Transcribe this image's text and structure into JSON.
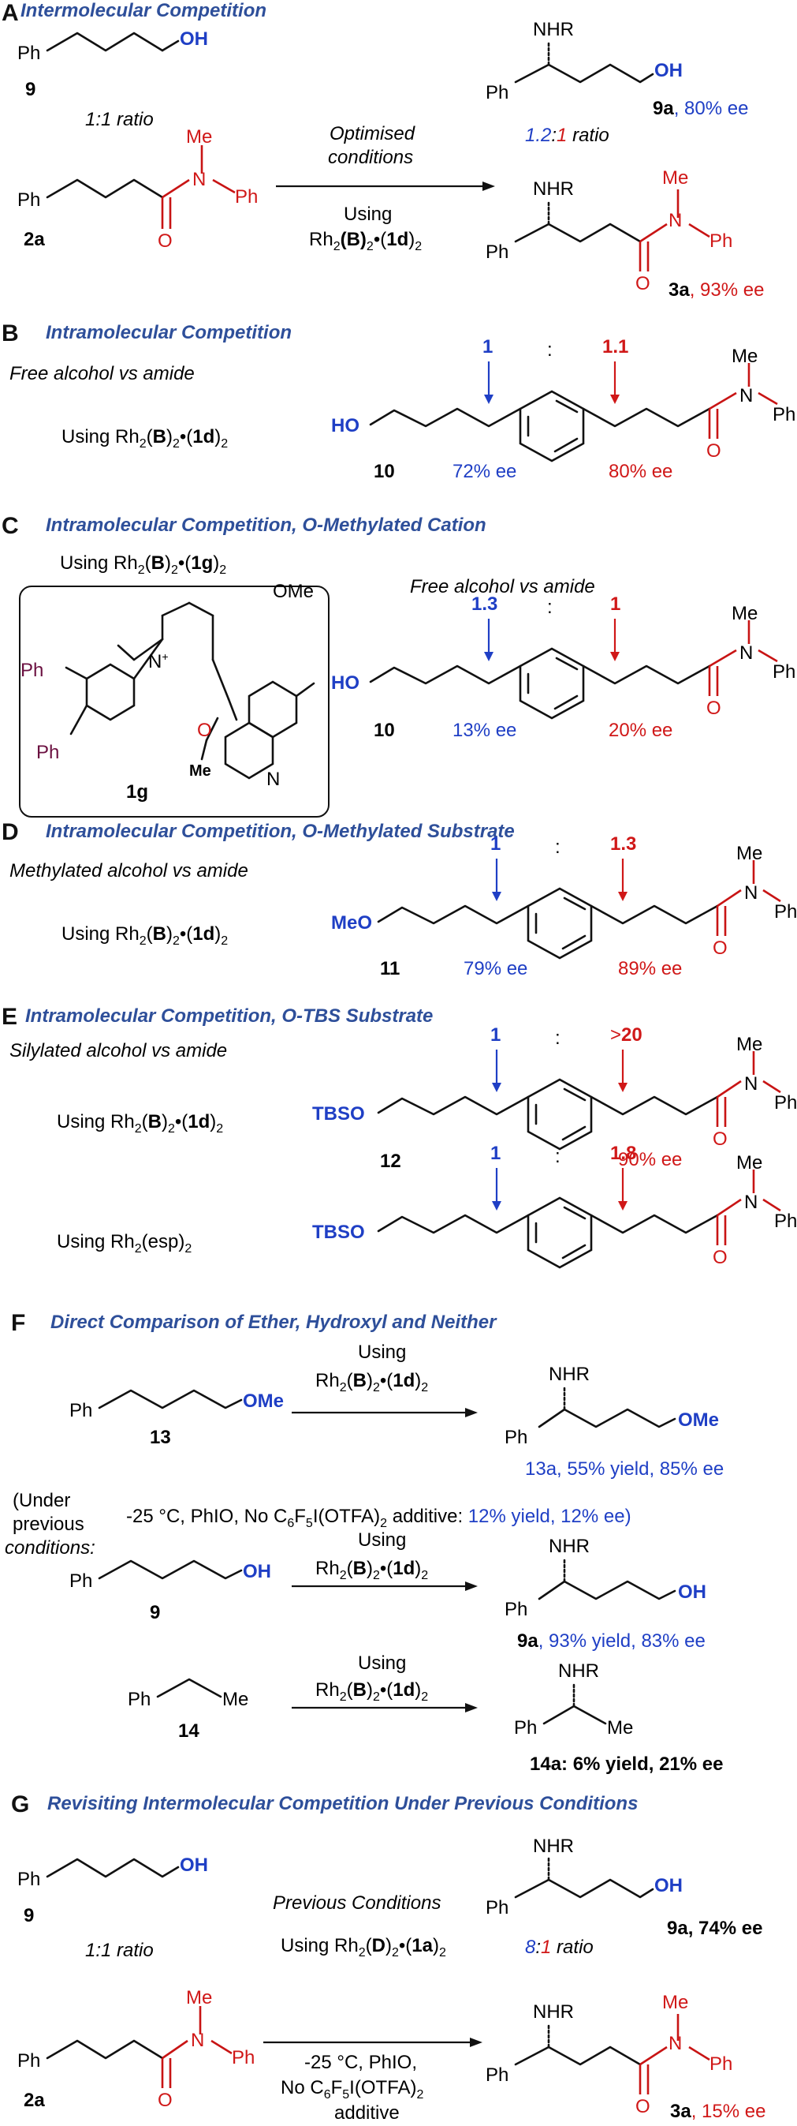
{
  "colors": {
    "title": "#2e4f9a",
    "blue": "#1f3fc5",
    "red": "#d01818"
  },
  "A": {
    "letter": "A",
    "title": "Intermolecular Competition",
    "ph1": "Ph",
    "oh": "OH",
    "num9": "9",
    "ratio_left": "1:1 ratio",
    "cond1": "Optimised",
    "cond2": "conditions",
    "using": "Using",
    "rh": "Rh",
    "rh_sub": "2",
    "rh_b": "(B)",
    "rh_b_sub": "2",
    "rh_dot": "•(",
    "rh_cat": "1d",
    "rh_close": ")",
    "rh_close_sub": "2",
    "ph2": "Ph",
    "me": "Me",
    "n": "N",
    "ph_n": "Ph",
    "o": "O",
    "num2a": "2a",
    "nhr1": "NHR",
    "ph3": "Ph",
    "oh2": "OH",
    "p9a": "9a",
    "p9a_ee": ", 80% ee",
    "ratio_right_a": "1.2",
    "ratio_right_sep": ":",
    "ratio_right_b": "1",
    "ratio_right_word": " ratio",
    "nhr2": "NHR",
    "ph4": "Ph",
    "me2": "Me",
    "n2": "N",
    "ph_n2": "Ph",
    "o2": "O",
    "p3a": "3a",
    "p3a_ee": ", 93% ee"
  },
  "B": {
    "letter": "B",
    "title": "Intramolecular Competition",
    "sub": "Free alcohol vs amide",
    "using": "Using Rh",
    "ho": "HO",
    "num": "10",
    "ee_left": "72% ee",
    "ee_right": "80% ee",
    "r_left": "1",
    "r_sep": ":",
    "r_right": "1.1",
    "me": "Me",
    "n": "N",
    "ph": "Ph",
    "o": "O"
  },
  "C": {
    "letter": "C",
    "title": "Intramolecular Competition, O-Methylated Cation",
    "using": "Using Rh",
    "sub": "Free alcohol vs amide",
    "ome": "OMe",
    "ph_a": "Ph",
    "ph_b": "Ph",
    "o": "O",
    "me": "Me",
    "n_plus": "N",
    "plus": "+",
    "n_q": "N",
    "cat": "1g",
    "ho": "HO",
    "num": "10",
    "ee_left": "13% ee",
    "ee_right": "20% ee",
    "r_left": "1.3",
    "r_sep": ":",
    "r_right": "1",
    "me2": "Me",
    "n2": "N",
    "ph2": "Ph",
    "o2": "O"
  },
  "D": {
    "letter": "D",
    "title": "Intramolecular Competition, O-Methylated Substrate",
    "sub": "Methylated alcohol vs amide",
    "using": "Using Rh",
    "meo": "MeO",
    "num": "11",
    "ee_left": "79% ee",
    "ee_right": "89% ee",
    "r_left": "1",
    "r_sep": ":",
    "r_right": "1.3",
    "me": "Me",
    "n": "N",
    "ph": "Ph",
    "o": "O"
  },
  "E": {
    "letter": "E",
    "title": "Intramolecular Competition, O-TBS Substrate",
    "sub": "Silylated alcohol vs amide",
    "using1": "Using Rh",
    "using2": "Using Rh",
    "esp": "(esp)",
    "tbso": "TBSO",
    "num": "12",
    "ee_right": "90% ee",
    "r1_left": "1",
    "r1_sep": ":",
    "r1_right_pre": ">",
    "r1_right": "20",
    "r2_left": "1",
    "r2_sep": ":",
    "r2_right": "1.8",
    "me": "Me",
    "n": "N",
    "ph": "Ph",
    "o": "O"
  },
  "F": {
    "letter": "F",
    "title": "Direct Comparison of Ether, Hydroxyl and Neither",
    "ph": "Ph",
    "ome": "OMe",
    "num13": "13",
    "using": "Using",
    "rh": "Rh",
    "nhr": "NHR",
    "p13a": "13a, 55% yield, 85% ee",
    "prev1": "(Under",
    "prev2": "previous",
    "prev3": "conditions:",
    "prev_cond": "-25 °C, PhIO, No C",
    "prev_c6": "6",
    "prev_f": "F",
    "prev_f5": "5",
    "prev_i": "I(OTFA)",
    "prev_i2": "2",
    "prev_add": " additive: ",
    "prev_res": "12% yield, 12% ee)",
    "oh": "OH",
    "num9": "9",
    "p9a": "9a",
    "p9a_res": ", 93% yield, 83% ee",
    "me": "Me",
    "num14": "14",
    "p14a": "14a: 6% yield, 21% ee"
  },
  "G": {
    "letter": "G",
    "title": "Revisiting Intermolecular Competition Under Previous Conditions",
    "ph": "Ph",
    "oh": "OH",
    "num9": "9",
    "ratio_left": "1:1 ratio",
    "prev": "Previous Conditions",
    "using": "Using Rh",
    "cond2": "-25 °C, PhIO,",
    "cond3": "No C",
    "cond4": "additive",
    "me": "Me",
    "n": "N",
    "o": "O",
    "num2a": "2a",
    "nhr": "NHR",
    "ratio_a": "8",
    "ratio_sep": ":",
    "ratio_b": "1",
    "ratio_word": " ratio",
    "p9a": "9a, 74% ee",
    "p3a": "3a",
    "p3a_ee": ", 15% ee"
  }
}
